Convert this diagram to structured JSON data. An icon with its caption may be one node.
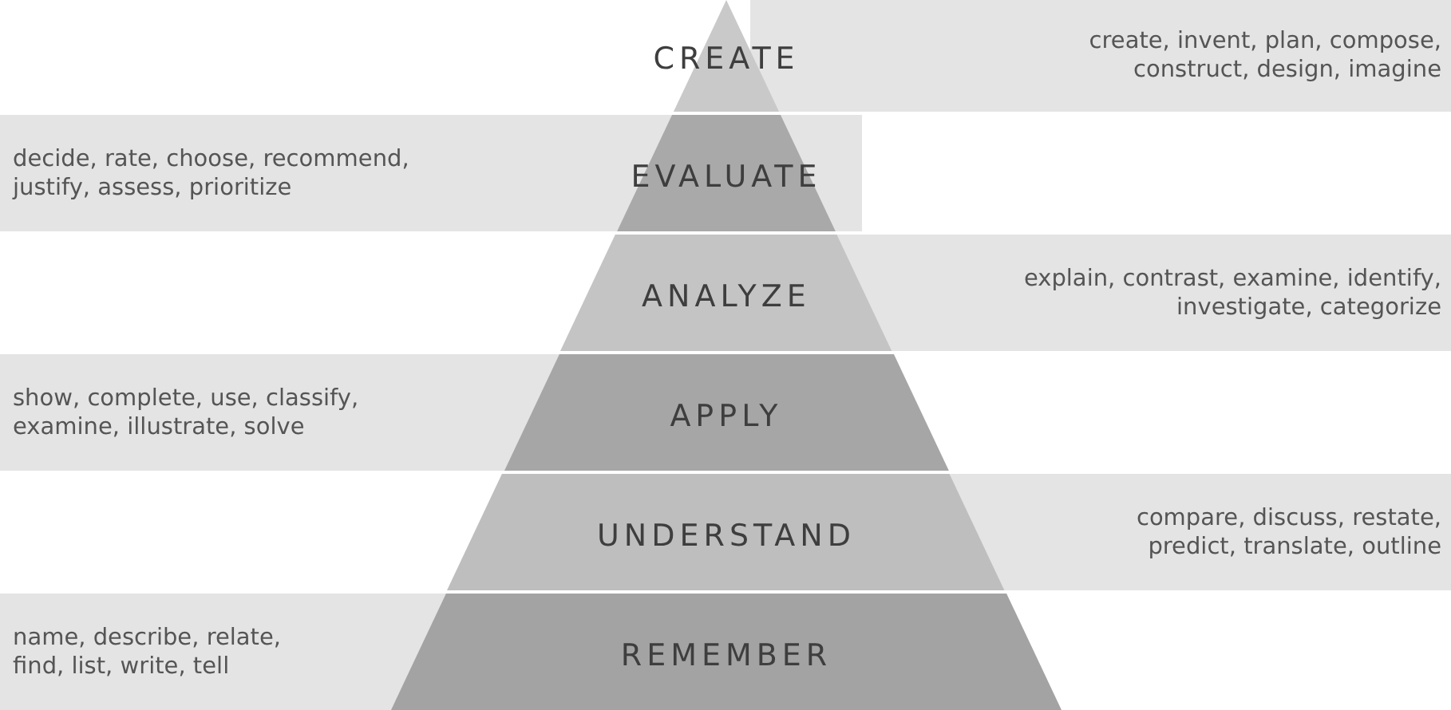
{
  "diagram": {
    "nodes": [
      {
        "text": [
          "CREATE"
        ]
      },
      {
        "text": [
          "EVALUATE"
        ]
      },
      {
        "text": [
          "ANALYZE"
        ]
      },
      {
        "text": [
          "APPLY"
        ]
      },
      {
        "text": [
          "UNDERSTAND"
        ]
      },
      {
        "text": [
          "REMEMBER"
        ]
      }
    ],
    "labels": [
      "create, invent, plan, compose, construct, design, imagine",
      "decide, rate, choose, recommend, justify, assess, prioritize",
      "explain, contrast, examine, identify, investigate, categorize",
      "show, complete, use, classify, examine, illustrate, solve",
      "compare, discuss, restate, predict, translate, outline",
      "name, describe, relate, find, list, write, tell"
    ]
  }
}
